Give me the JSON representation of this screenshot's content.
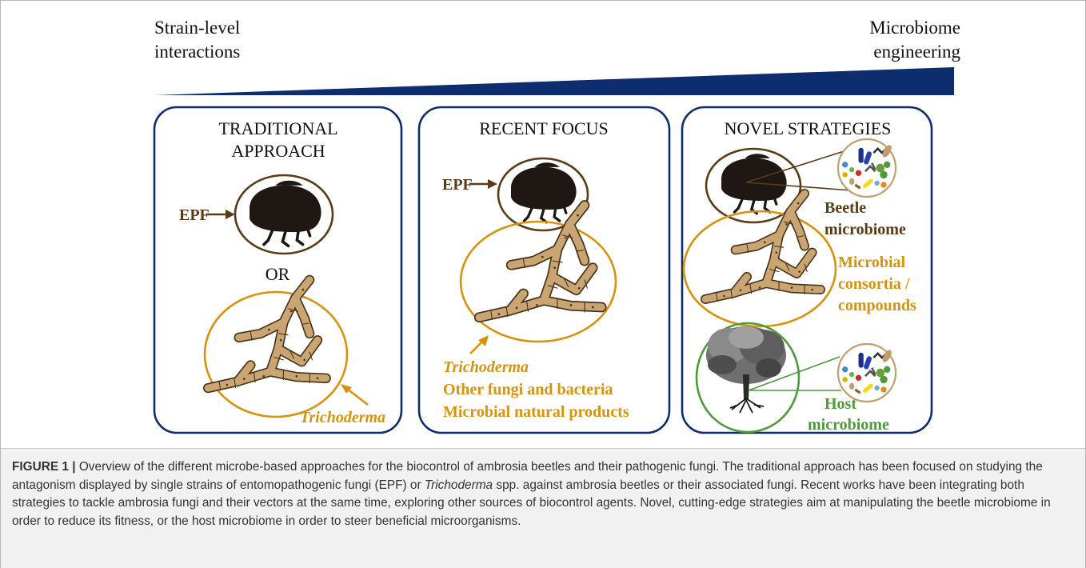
{
  "colors": {
    "navy": "#0d2d6e",
    "brown": "#5b3a16",
    "orange": "#d9920b",
    "green": "#4f9a3a",
    "hypha_fill": "#c9a574",
    "hypha_stroke": "#4a3216",
    "beetle": "#1e1714"
  },
  "scale": {
    "left_label_line1": "Strain-level",
    "left_label_line2": "interactions",
    "right_label_line1": "Microbiome",
    "right_label_line2": "engineering"
  },
  "panels": {
    "traditional": {
      "title_line1": "TRADITIONAL",
      "title_line2": "APPROACH",
      "epf_label": "EPF",
      "or_label": "OR",
      "trichoderma_label": "Trichoderma"
    },
    "recent": {
      "title": "RECENT FOCUS",
      "epf_label": "EPF",
      "trichoderma_label": "Trichoderma",
      "line2": "Other fungi and bacteria",
      "line3": "Microbial natural products"
    },
    "novel": {
      "title": "NOVEL STRATEGIES",
      "beetle_line1": "Beetle",
      "beetle_line2": "microbiome",
      "consortia_line1": "Microbial",
      "consortia_line2": "consortia /",
      "consortia_line3": "compounds",
      "host_line1": "Host",
      "host_line2": "microbiome"
    }
  },
  "caption": {
    "label": "FIGURE 1 |",
    "part1": " Overview of the different microbe-based approaches for the biocontrol of ambrosia beetles and their pathogenic fungi. The traditional approach has been focused on studying the antagonism displayed by single strains of entomopathogenic fungi (EPF) or ",
    "italic1": "Trichoderma",
    "part2": " spp. against ambrosia beetles or their associated fungi. Recent works have been integrating both strategies to tackle ambrosia fungi and their vectors at the same time, exploring other sources of biocontrol agents. Novel, cutting-edge strategies aim at manipulating the beetle microbiome in order to reduce its fitness, or the host microbiome in order to steer beneficial microorganisms."
  }
}
